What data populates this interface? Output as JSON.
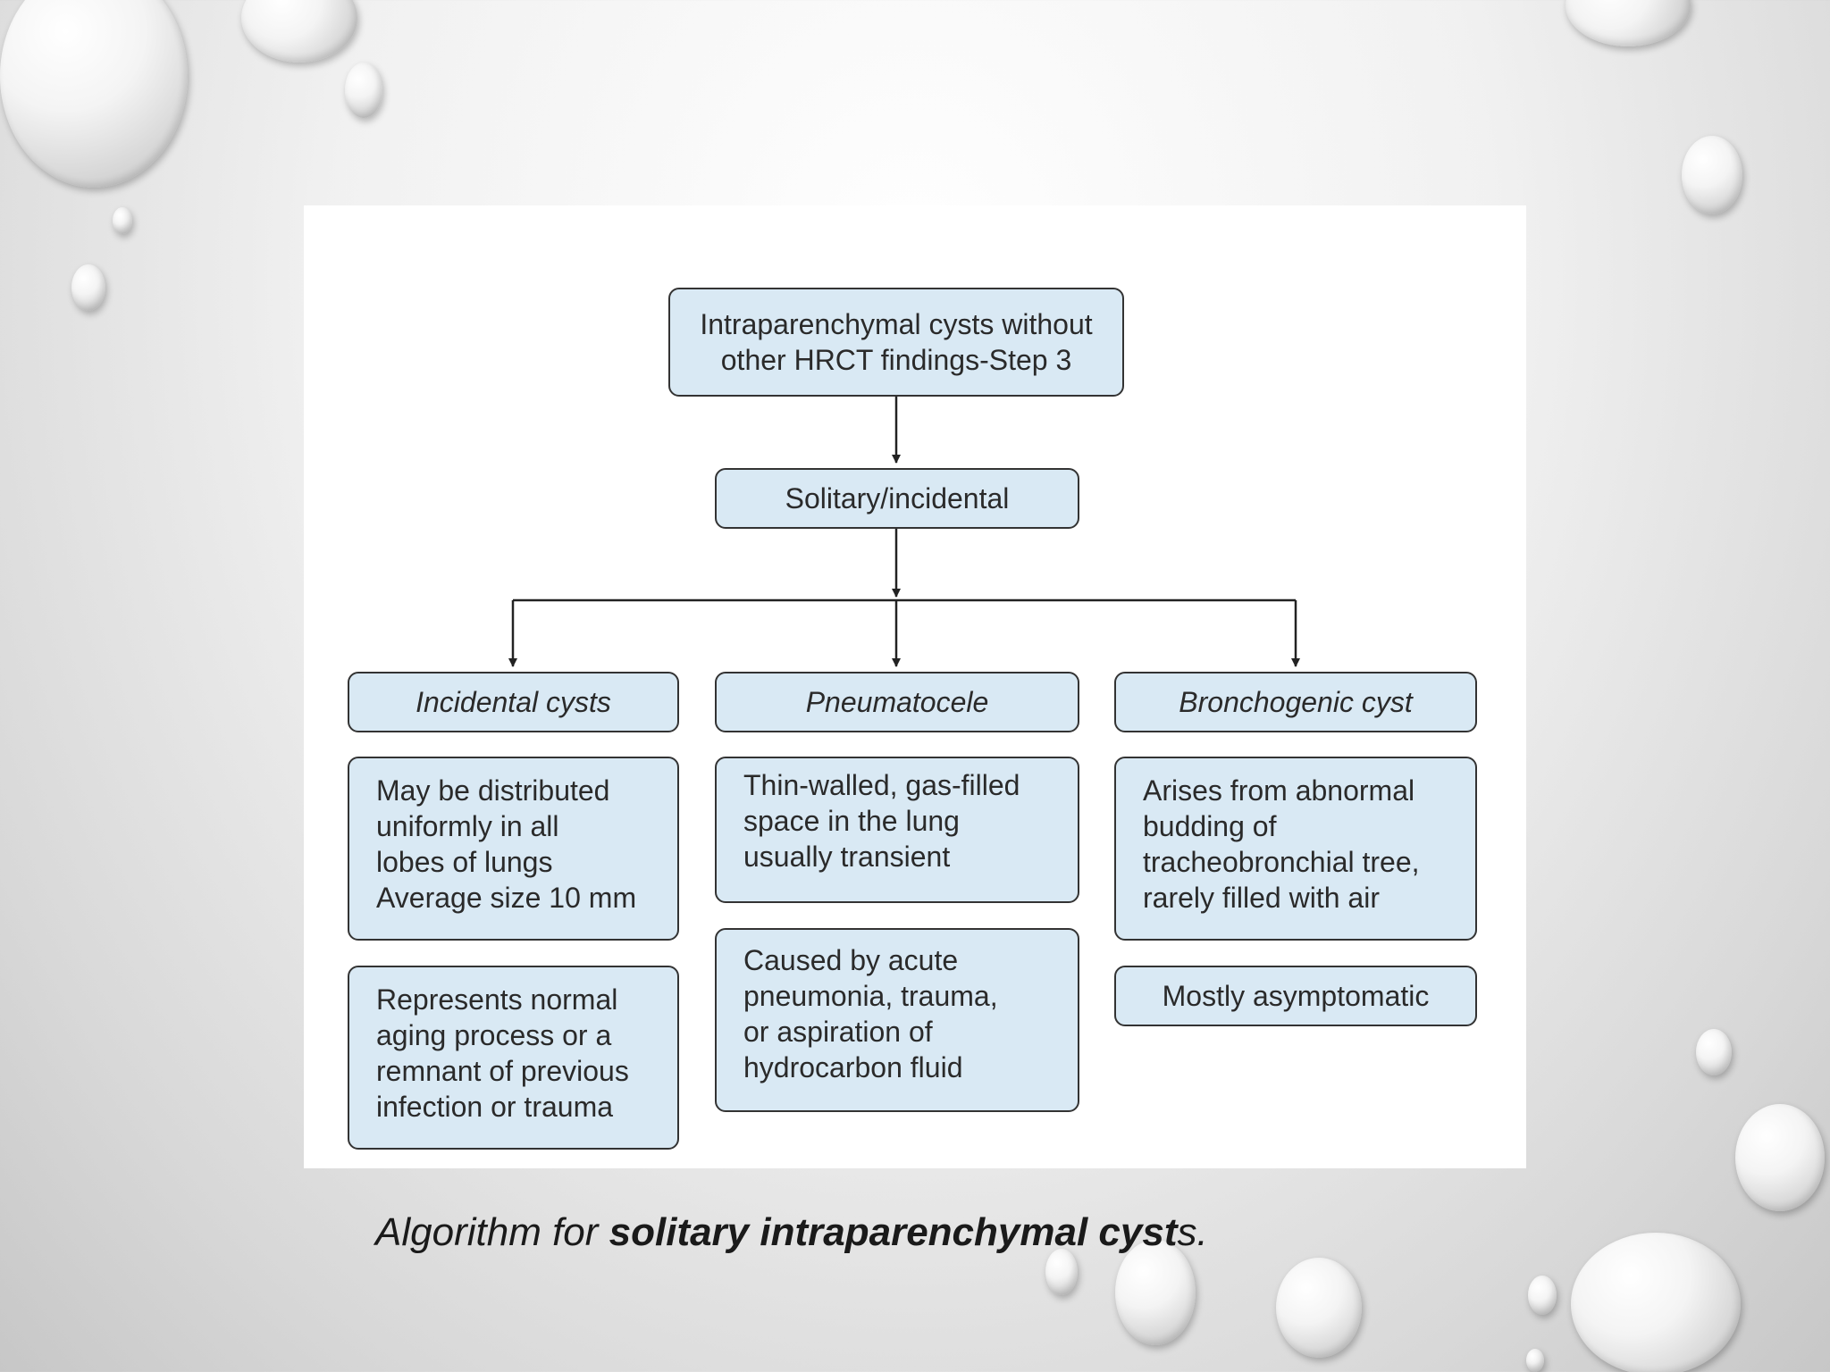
{
  "diagram": {
    "top_box": "Intraparenchymal cysts without\nother HRCT findings-Step 3",
    "second_box": "Solitary/incidental",
    "columns": [
      {
        "header": "Incidental cysts",
        "boxes": [
          "May be distributed\nuniformly in all\nlobes of lungs\nAverage size 10 mm",
          "Represents normal\naging process or a\nremnant of previous\ninfection or trauma"
        ]
      },
      {
        "header": "Pneumatocele",
        "boxes": [
          "Thin-walled, gas-filled\nspace in the lung\nusually transient",
          "Caused by acute\npneumonia, trauma,\nor aspiration of\nhydrocarbon fluid"
        ]
      },
      {
        "header": "Bronchogenic cyst",
        "boxes": [
          "Arises from abnormal\nbudding of\ntracheobronchial tree,\nrarely filled with air",
          "Mostly asymptomatic"
        ]
      }
    ]
  },
  "caption": {
    "prefix": "Algorithm for ",
    "bold": "solitary intraparenchymal cyst",
    "suffix": "s."
  },
  "colors": {
    "box_fill": "#d9e9f4",
    "box_border": "#333333"
  }
}
